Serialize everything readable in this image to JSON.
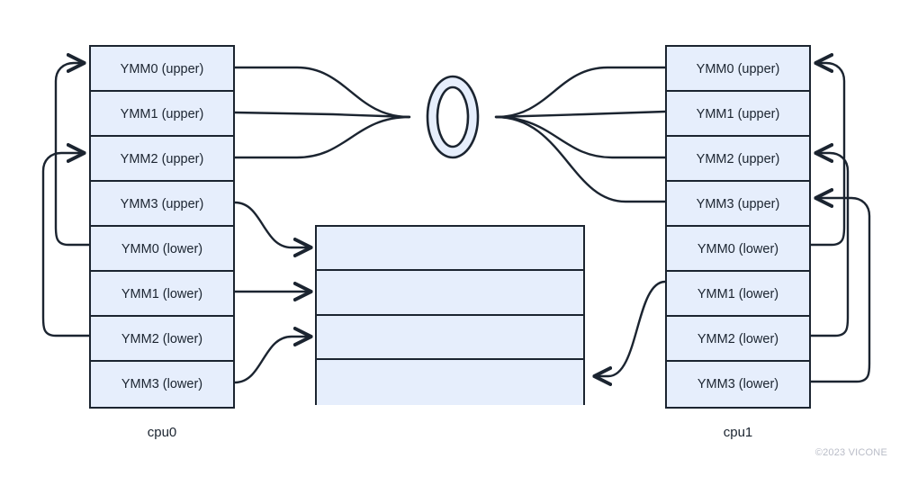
{
  "diagram": {
    "title_watermark": "©2023 VICONE",
    "colors": {
      "box_fill": "#e6eefc",
      "box_stroke": "#1b2430",
      "wire": "#1b2430",
      "watermark": "#b9bcc7",
      "background": "#ffffff"
    },
    "left_regfile": {
      "cpu_label": "cpu0",
      "rows": [
        {
          "label": "YMM0 (upper)"
        },
        {
          "label": "YMM1 (upper)"
        },
        {
          "label": "YMM2 (upper)"
        },
        {
          "label": "YMM3 (upper)"
        },
        {
          "label": "YMM0 (lower)"
        },
        {
          "label": "YMM1 (lower)"
        },
        {
          "label": "YMM2 (lower)"
        },
        {
          "label": "YMM3 (lower)"
        }
      ]
    },
    "right_regfile": {
      "cpu_label": "cpu1",
      "rows": [
        {
          "label": "YMM0 (upper)"
        },
        {
          "label": "YMM1 (upper)"
        },
        {
          "label": "YMM2 (upper)"
        },
        {
          "label": "YMM3 (upper)"
        },
        {
          "label": "YMM0 (lower)"
        },
        {
          "label": "YMM1 (lower)"
        },
        {
          "label": "YMM2 (lower)"
        },
        {
          "label": "YMM3 (lower)"
        }
      ]
    },
    "buffer": {
      "rows": [
        {
          "label": ""
        },
        {
          "label": ""
        },
        {
          "label": ""
        },
        {
          "label": ""
        }
      ]
    },
    "hub": {
      "shape": "ring-ellipse-icon"
    }
  }
}
